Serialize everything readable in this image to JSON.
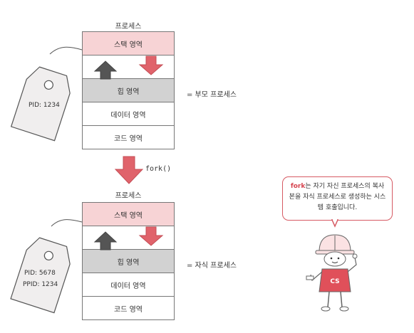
{
  "parent": {
    "title": "프로세스",
    "segments": [
      "스택 영역",
      "",
      "힙 영역",
      "데이터 영역",
      "코드 영역"
    ],
    "tag_pid": "PID: 1234",
    "caption": "= 부모 프로세스"
  },
  "fork_label": "fork()",
  "child": {
    "title": "프로세스",
    "segments": [
      "스택 영역",
      "",
      "힙 영역",
      "데이터 영역",
      "코드 영역"
    ],
    "tag_pid": "PID: 5678",
    "tag_ppid": "PPID: 1234",
    "caption": "= 자식 프로세스"
  },
  "bubble": {
    "highlight": "fork",
    "text": "는 자기 자신 프로세스의 복사본을 자식 프로세스로 생성하는 시스템 호출입니다."
  },
  "character": {
    "shirt_text": "CS"
  },
  "colors": {
    "stack": "#f7d3d5",
    "heap": "#d2d2d2",
    "down_arrow": "#e0636b",
    "up_arrow": "#555555",
    "accent": "#d6444f"
  }
}
